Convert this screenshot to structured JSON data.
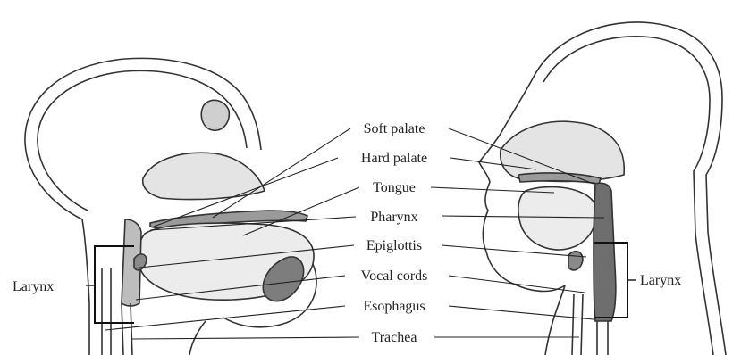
{
  "labels": {
    "soft_palate": "Soft palate",
    "hard_palate": "Hard palate",
    "tongue": "Tongue",
    "pharynx": "Pharynx",
    "epiglottis": "Epiglottis",
    "vocal_cords": "Vocal cords",
    "esophagus": "Esophagus",
    "trachea": "Trachea",
    "larynx_left": "Larynx",
    "larynx_right": "Larynx"
  },
  "colors": {
    "outline": "#333333",
    "tissue_light": "#d9d9d9",
    "tissue_mid": "#a8a8a8",
    "tissue_dark": "#6e6e6e",
    "leader": "#222222"
  }
}
